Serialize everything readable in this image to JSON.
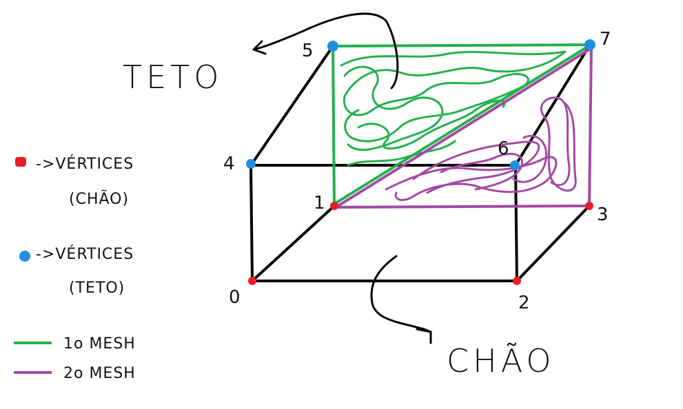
{
  "labels": {
    "teto": "TETO",
    "chao": "CHÃO"
  },
  "vertex_numbers": {
    "v0": "0",
    "v1": "1",
    "v2": "2",
    "v3": "3",
    "v4": "4",
    "v5": "5",
    "v6": "6",
    "v7": "7"
  },
  "legend": {
    "floor_vertices": "->VÉRTICES",
    "floor_vertices_sub": "(CHÃO)",
    "ceiling_vertices": "->VÉRTICES",
    "ceiling_vertices_sub": "(TETO)",
    "mesh1": "1o MESH",
    "mesh2": "2o MESH"
  },
  "colors": {
    "floor_vertex": "#ec1c24",
    "ceiling_vertex": "#1e90e0",
    "mesh1": "#22b14c",
    "mesh2": "#a349a4",
    "edge": "#000000"
  }
}
